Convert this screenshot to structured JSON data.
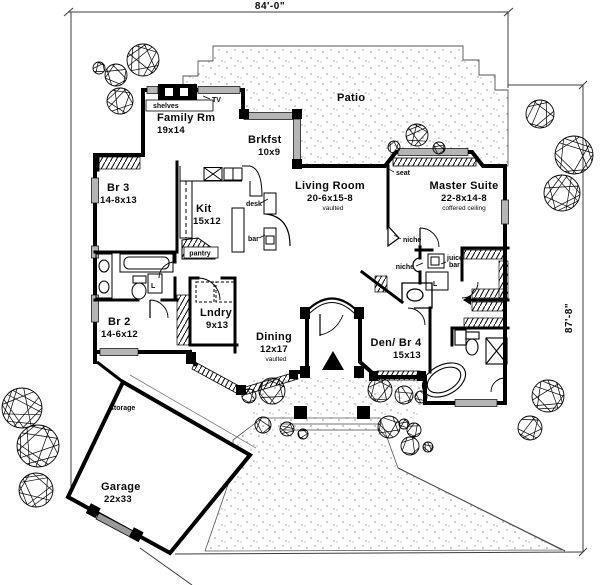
{
  "drawing": {
    "type": "house floor plan",
    "background": "#ffffff",
    "line_color": "#000000",
    "window_color": "#b5b5b5"
  },
  "dimensions": {
    "top": "84'-0\"",
    "right": "87'-8\""
  },
  "rooms": {
    "family": {
      "name": "Family Rm",
      "size": "19x14"
    },
    "brkfst": {
      "name": "Brkfst",
      "size": "10x9"
    },
    "patio": {
      "name": "Patio"
    },
    "br3": {
      "name": "Br 3",
      "size": "14-8x13"
    },
    "kit": {
      "name": "Kit",
      "size": "15x12"
    },
    "living": {
      "name": "Living Room",
      "size": "20-6x15-8",
      "note": "vaulted"
    },
    "master": {
      "name": "Master Suite",
      "size": "22-8x14-8",
      "note": "coffered ceiling"
    },
    "br2": {
      "name": "Br 2",
      "size": "14-6x12"
    },
    "lndry": {
      "name": "Lndry",
      "size": "9x13"
    },
    "dining": {
      "name": "Dining",
      "size": "12x17",
      "note": "vaulted"
    },
    "den": {
      "name": "Den/ Br 4",
      "size": "15x13"
    },
    "garage": {
      "name": "Garage",
      "size": "22x33"
    }
  },
  "annotations": {
    "shelves": "shelves",
    "tv": "TV",
    "desk": "desk",
    "bar": "bar",
    "pantry": "pantry",
    "seat": "seat",
    "niche_upper": "niche",
    "niche_lower": "niche",
    "juice_line1": "juice",
    "juice_line2": "bar",
    "storage": "storage",
    "linen_hall": "L",
    "linen_master": "L"
  }
}
